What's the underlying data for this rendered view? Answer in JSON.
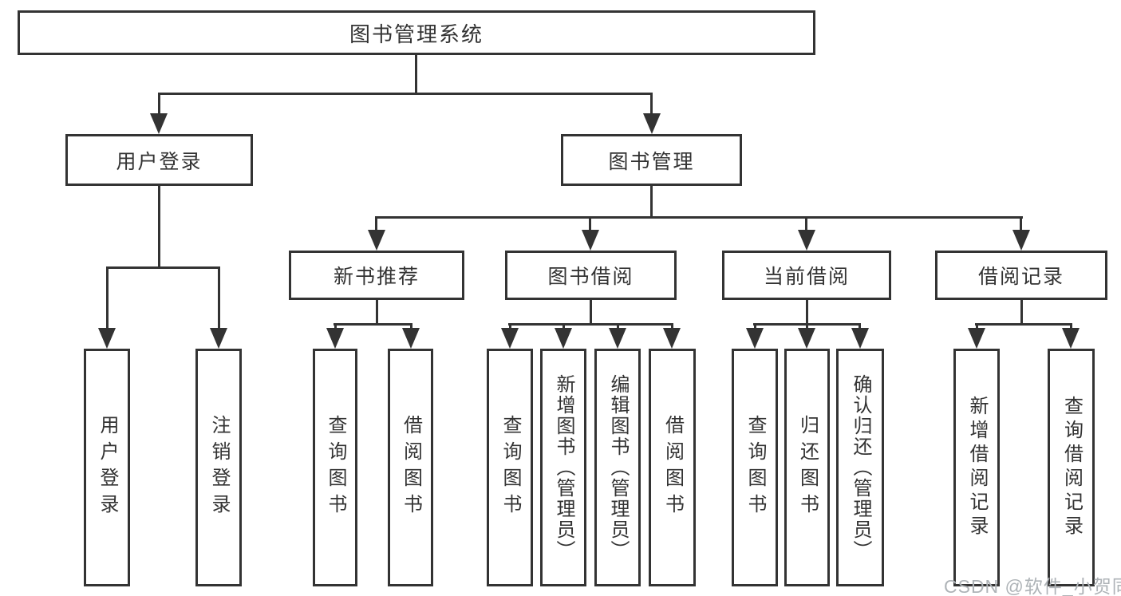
{
  "tree": {
    "root": {
      "label": "图书管理系统"
    },
    "branches": [
      {
        "label": "用户登录",
        "children": [
          "用户登录",
          "注销登录"
        ]
      },
      {
        "label": "图书管理",
        "children": [
          {
            "label": "新书推荐",
            "children": [
              "查询图书",
              "借阅图书"
            ]
          },
          {
            "label": "图书借阅",
            "children": [
              "查询图书",
              "新增图书（管理员）",
              "编辑图书（管理员）",
              "借阅图书"
            ]
          },
          {
            "label": "当前借阅",
            "children": [
              "查询图书",
              "归还图书",
              "确认归还（管理员）"
            ]
          },
          {
            "label": "借阅记录",
            "children": [
              "新增借阅记录",
              "查询借阅记录"
            ]
          }
        ]
      }
    ]
  },
  "watermark": {
    "text": "CSDN @软件_小贺同学"
  },
  "colors": {
    "line": "#333333",
    "text": "#333333",
    "background": "#ffffff",
    "watermark": "#aeb3b7"
  }
}
